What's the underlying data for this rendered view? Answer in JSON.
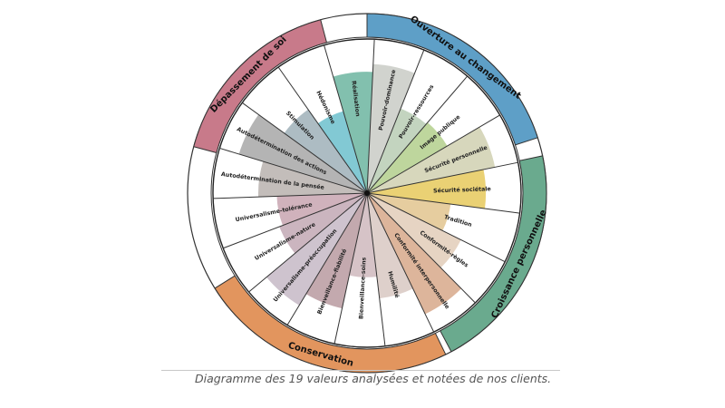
{
  "diagram": {
    "groups": [
      {
        "id": "self-transcendence",
        "label": "Dépassement de soi",
        "color": "#c87a8a"
      },
      {
        "id": "openness",
        "label": "Ouverture au changement",
        "color": "#5e9fc7"
      },
      {
        "id": "self-enhancement",
        "label": "Croissance personnelle",
        "color": "#6aaa8e"
      },
      {
        "id": "conservation",
        "label": "Conservation",
        "color": "#e2955e"
      }
    ],
    "values": [
      {
        "label": "Autodétermination de la pensée",
        "color": "#b8b2ae"
      },
      {
        "label": "Autodétermination des actions",
        "color": "#a7a7a7"
      },
      {
        "label": "Stimulation",
        "color": "#9fb0b8"
      },
      {
        "label": "Hédonisme",
        "color": "#6cc0cc"
      },
      {
        "label": "Réalisation",
        "color": "#6cb5a0"
      },
      {
        "label": "Pouvoir-dominance",
        "color": "#c9cbc6"
      },
      {
        "label": "Pouvoir-ressources",
        "color": "#b8cdb4"
      },
      {
        "label": "Image publique",
        "color": "#b3cf8c"
      },
      {
        "label": "Sécurité personnelle",
        "color": "#d0d0b0"
      },
      {
        "label": "Sécurité sociétale",
        "color": "#e6c95c"
      },
      {
        "label": "Tradition",
        "color": "#e2c48e"
      },
      {
        "label": "Conformité-règles",
        "color": "#e2cdb8"
      },
      {
        "label": "Conformité interpersonnelle",
        "color": "#d7a88a"
      },
      {
        "label": "Humilité",
        "color": "#d8c8c2"
      },
      {
        "label": "Bienveillance-soins",
        "color": "#cfb9bd"
      },
      {
        "label": "Bienveillance-fiabilité",
        "color": "#b89aa0"
      },
      {
        "label": "Universalisme-préoccupation",
        "color": "#c6b9c6"
      },
      {
        "label": "Universalisme-nature",
        "color": "#c2a8b4"
      },
      {
        "label": "Universalisme-tolérance",
        "color": "#c8a4b0"
      }
    ]
  },
  "caption": "Diagramme des 19 valeurs analysées et notées de nos clients."
}
